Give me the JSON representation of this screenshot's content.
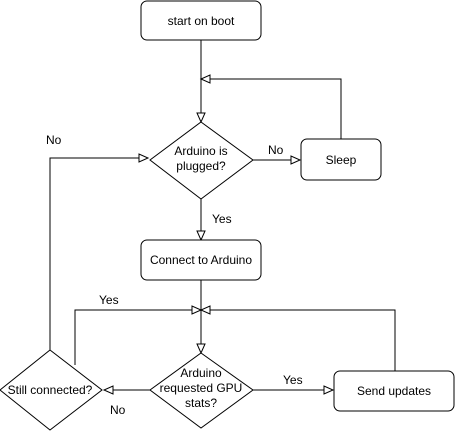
{
  "nodes": {
    "start": {
      "label": "start on boot"
    },
    "plugged": {
      "line1": "Arduino is",
      "line2": "plugged?"
    },
    "sleep": {
      "label": "Sleep"
    },
    "connect": {
      "label": "Connect to Arduino"
    },
    "requested": {
      "line1": "Arduino",
      "line2": "requested GPU",
      "line3": "stats?"
    },
    "send": {
      "label": "Send updates"
    },
    "still": {
      "label": "Still connected?"
    }
  },
  "edges": {
    "plugged_no": "No",
    "plugged_yes": "Yes",
    "requested_yes": "Yes",
    "requested_no": "No",
    "still_yes": "Yes",
    "still_no": "No"
  },
  "colors": {
    "stroke": "#000000",
    "fill": "#ffffff",
    "background": "#ffffff"
  }
}
